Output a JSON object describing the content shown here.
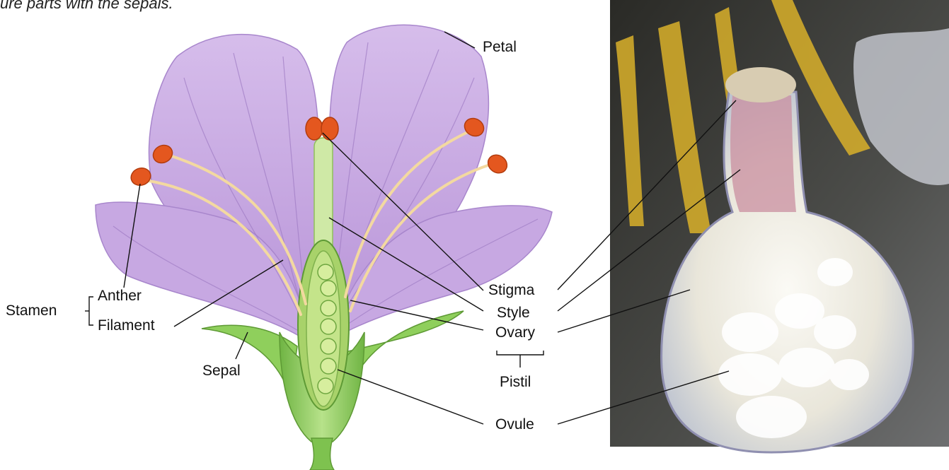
{
  "caption_fragment": "ure parts with the sepals.",
  "labels": {
    "petal": "Petal",
    "stamen": "Stamen",
    "anther": "Anther",
    "filament": "Filament",
    "sepal": "Sepal",
    "stigma": "Stigma",
    "style": "Style",
    "ovary": "Ovary",
    "pistil": "Pistil",
    "ovule": "Ovule"
  },
  "colors": {
    "petal": "#c3a2de",
    "petal_vein": "#9f7cc4",
    "stem": "#7ec24f",
    "sepal": "#8fcf5c",
    "anther": "#e4571f",
    "filament": "#f3d9a0",
    "ovary": "#bfe07a",
    "ovule": "#d7ee9e"
  }
}
